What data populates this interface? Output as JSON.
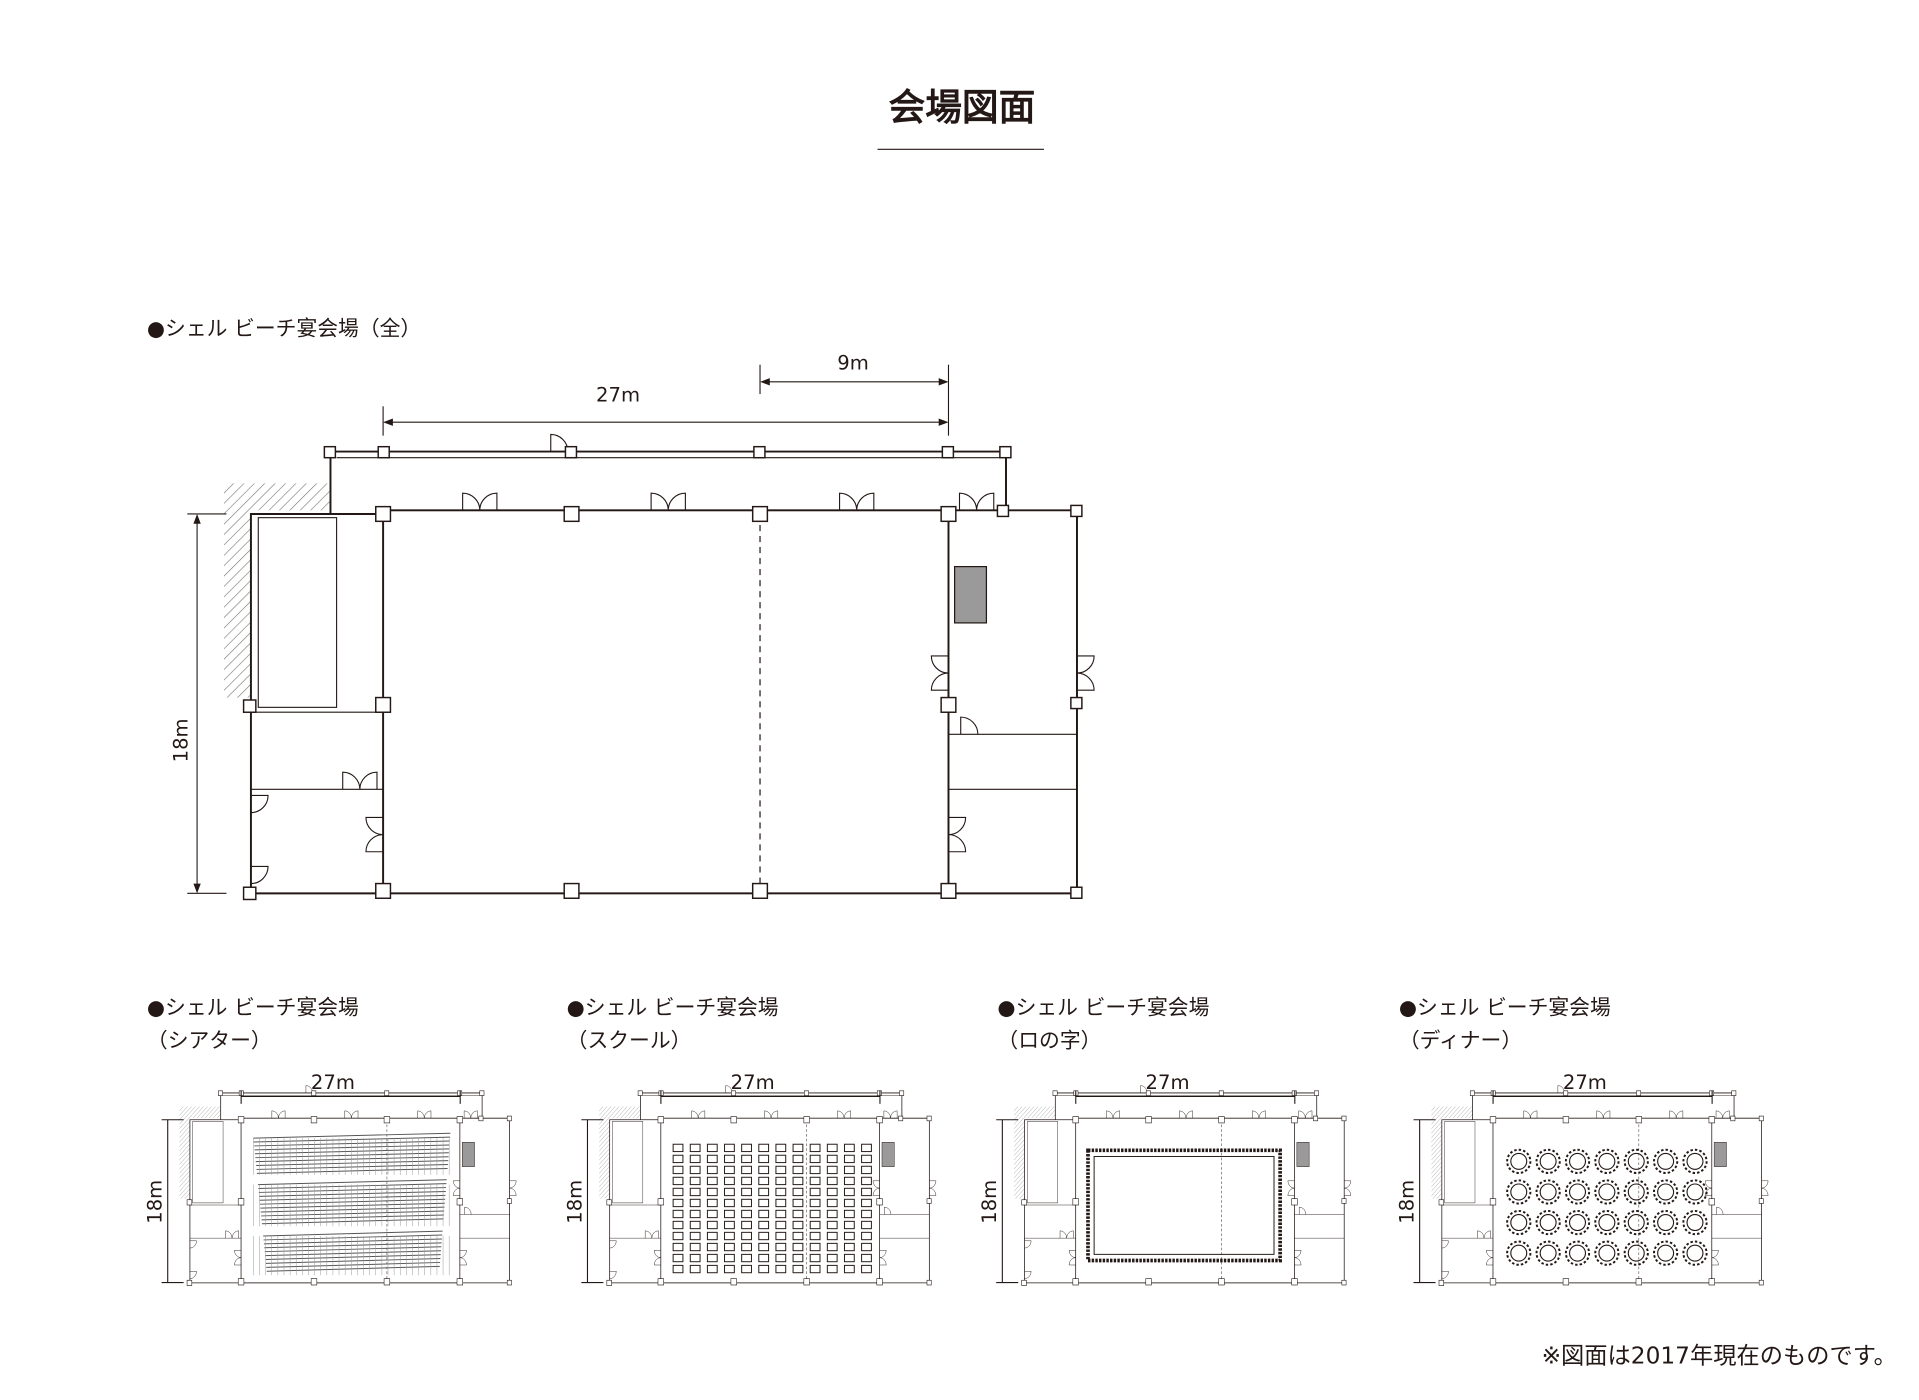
{
  "page_title": "会場図面",
  "main_plan": {
    "heading": "●シェル ビーチ宴会場（全）",
    "dim_width": "27m",
    "dim_partial": "9m",
    "dim_depth": "18m"
  },
  "layouts": [
    {
      "heading": "●シェル ビーチ宴会場",
      "subheading": "（シアター）",
      "dim_width": "27m",
      "dim_depth": "18m",
      "style": "theater"
    },
    {
      "heading": "●シェル ビーチ宴会場",
      "subheading": "（スクール）",
      "dim_width": "27m",
      "dim_depth": "18m",
      "style": "school"
    },
    {
      "heading": "●シェル ビーチ宴会場",
      "subheading": "（ロの字）",
      "dim_width": "27m",
      "dim_depth": "18m",
      "style": "hollow-square"
    },
    {
      "heading": "●シェル ビーチ宴会場",
      "subheading": "（ディナー）",
      "dim_width": "27m",
      "dim_depth": "18m",
      "style": "dinner"
    }
  ],
  "footnote": "※図面は2017年現在のものです。",
  "colors": {
    "ink": "#231815",
    "fill_gray": "#9a9a9a"
  }
}
